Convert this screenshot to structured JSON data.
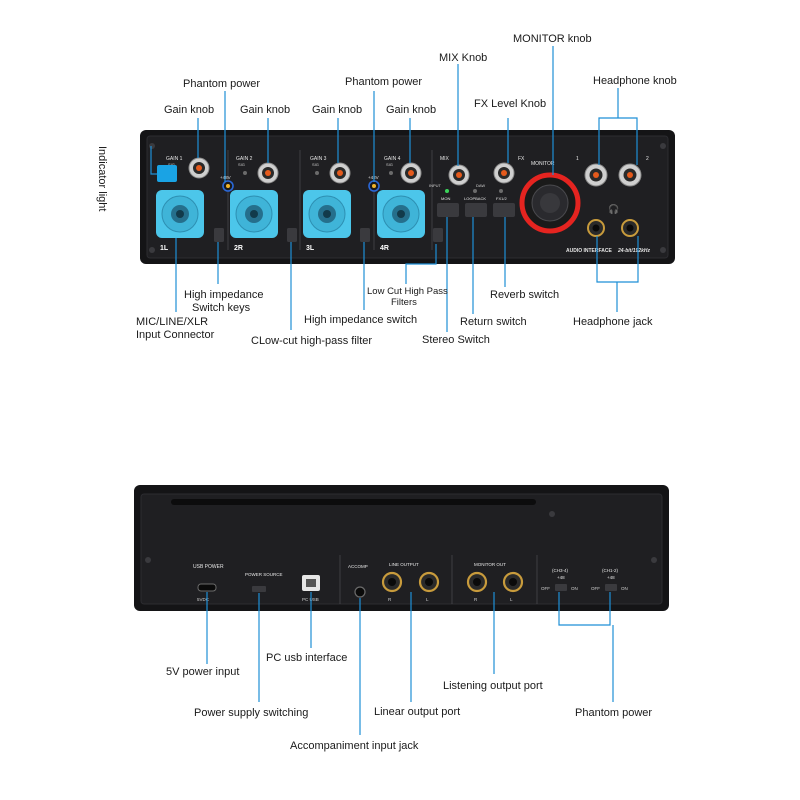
{
  "colors": {
    "leader": "#1e8fd6",
    "accent_xlr": "#4cc6ea",
    "monitor_ring": "#e52420",
    "panel": "#1c1c1e",
    "knob": "#d9d9d9"
  },
  "front": {
    "callouts": {
      "indicator_light": "Indicator light",
      "phantom_power_1": "Phantom power",
      "phantom_power_2": "Phantom power",
      "gain_knob_1": "Gain knob",
      "gain_knob_2": "Gain knob",
      "gain_knob_3": "Gain knob",
      "gain_knob_4": "Gain knob",
      "mix_knob": "MIX Knob",
      "fx_level_knob": "FX Level Knob",
      "monitor_knob": "MONITOR knob",
      "headphone_knob": "Headphone knob",
      "high_impedance_keys_line1": "High impedance",
      "high_impedance_keys_line2": "Switch keys",
      "input_connector_line1": "MIC/LINE/XLR",
      "input_connector_line2": "Input Connector",
      "low_cut_filter": "CLow-cut high-pass filter",
      "high_impedance_switch": "High impedance switch",
      "low_cut_filters_line1": "Low Cut High Pass",
      "low_cut_filters_line2": "Filters",
      "stereo_switch": "Stereo Switch",
      "return_switch": "Return switch",
      "reverb_switch": "Reverb switch",
      "headphone_jack": "Headphone jack"
    },
    "panel_text": {
      "gain1": "GAIN 1",
      "gain2": "GAIN 2",
      "gain3": "GAIN 3",
      "gain4": "GAIN 4",
      "sig": "SIG",
      "phantom": "+48V",
      "ch1": "1L",
      "ch2": "2R",
      "ch3": "3L",
      "ch4": "4R",
      "mix": "MIX",
      "input": "INPUT",
      "daw": "DAW",
      "fx": "FX",
      "mon": "MON",
      "loopback": "LOOPBACK",
      "fx12": "FX1/2",
      "monitor": "MONITOR",
      "hp1": "1",
      "hp2": "2",
      "audio_interface": "AUDIO INTERFACE",
      "spec": "24-bit/192kHz"
    }
  },
  "back": {
    "callouts": {
      "power_input": "5V power input",
      "pc_usb": "PC usb interface",
      "power_switching": "Power supply switching",
      "listening_output": "Listening output port",
      "linear_output": "Linear output port",
      "phantom_power": "Phantom power",
      "accomp_jack": "Accompaniment input jack"
    },
    "panel_text": {
      "usb_power": "USB POWER",
      "dc5v": "5VDC",
      "power_source": "POWER SOURCE",
      "pc_usb": "PC USB",
      "accomp": "ACCOMP",
      "line_output": "LINE OUTPUT",
      "monitor_out": "MONITOR OUT",
      "r": "R",
      "l": "L",
      "ch34": "(CH3-4)",
      "ch12": "(CH1-2)",
      "plus48": "+48",
      "off": "OFF",
      "on": "ON"
    }
  }
}
